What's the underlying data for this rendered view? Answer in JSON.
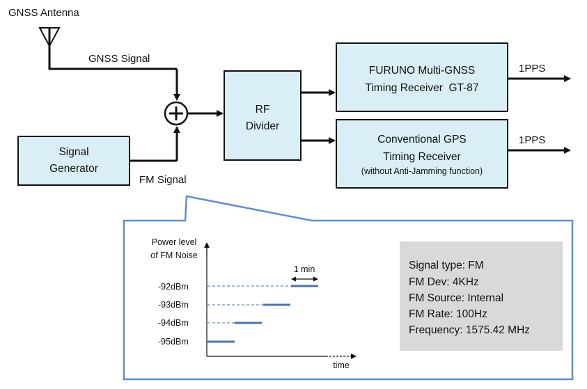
{
  "antenna_label": "GNSS Antenna",
  "gnss_signal_label": "GNSS Signal",
  "fm_signal_label": "FM Signal",
  "signal_generator": [
    "Signal",
    "Generator"
  ],
  "rf_divider": [
    "RF",
    "Divider"
  ],
  "furuno_receiver": [
    "FURUNO Multi-GNSS",
    "Timing Receiver  GT-87"
  ],
  "conventional_receiver": [
    "Conventional GPS",
    "Timing Receiver",
    "(without Anti-Jamming function)"
  ],
  "output_top": "1PPS",
  "output_bottom": "1PPS",
  "inset": {
    "y_axis_label": [
      "Power level",
      "of FM Noise"
    ],
    "x_axis_label": "time",
    "interval_label": "1 min",
    "levels": [
      "-92dBm",
      "-93dBm",
      "-94dBm",
      "-95dBm"
    ]
  },
  "signal_info": [
    "Signal type: FM",
    "FM Dev: 4KHz",
    "FM Source: Internal",
    "FM Rate: 100Hz",
    "Frequency: 1575.42 MHz"
  ],
  "colors": {
    "box_fill": "#d9eef5",
    "callout_border": "#5b8fd0",
    "noise_line": "#4a72b0",
    "info_fill": "#d9d9d9"
  }
}
